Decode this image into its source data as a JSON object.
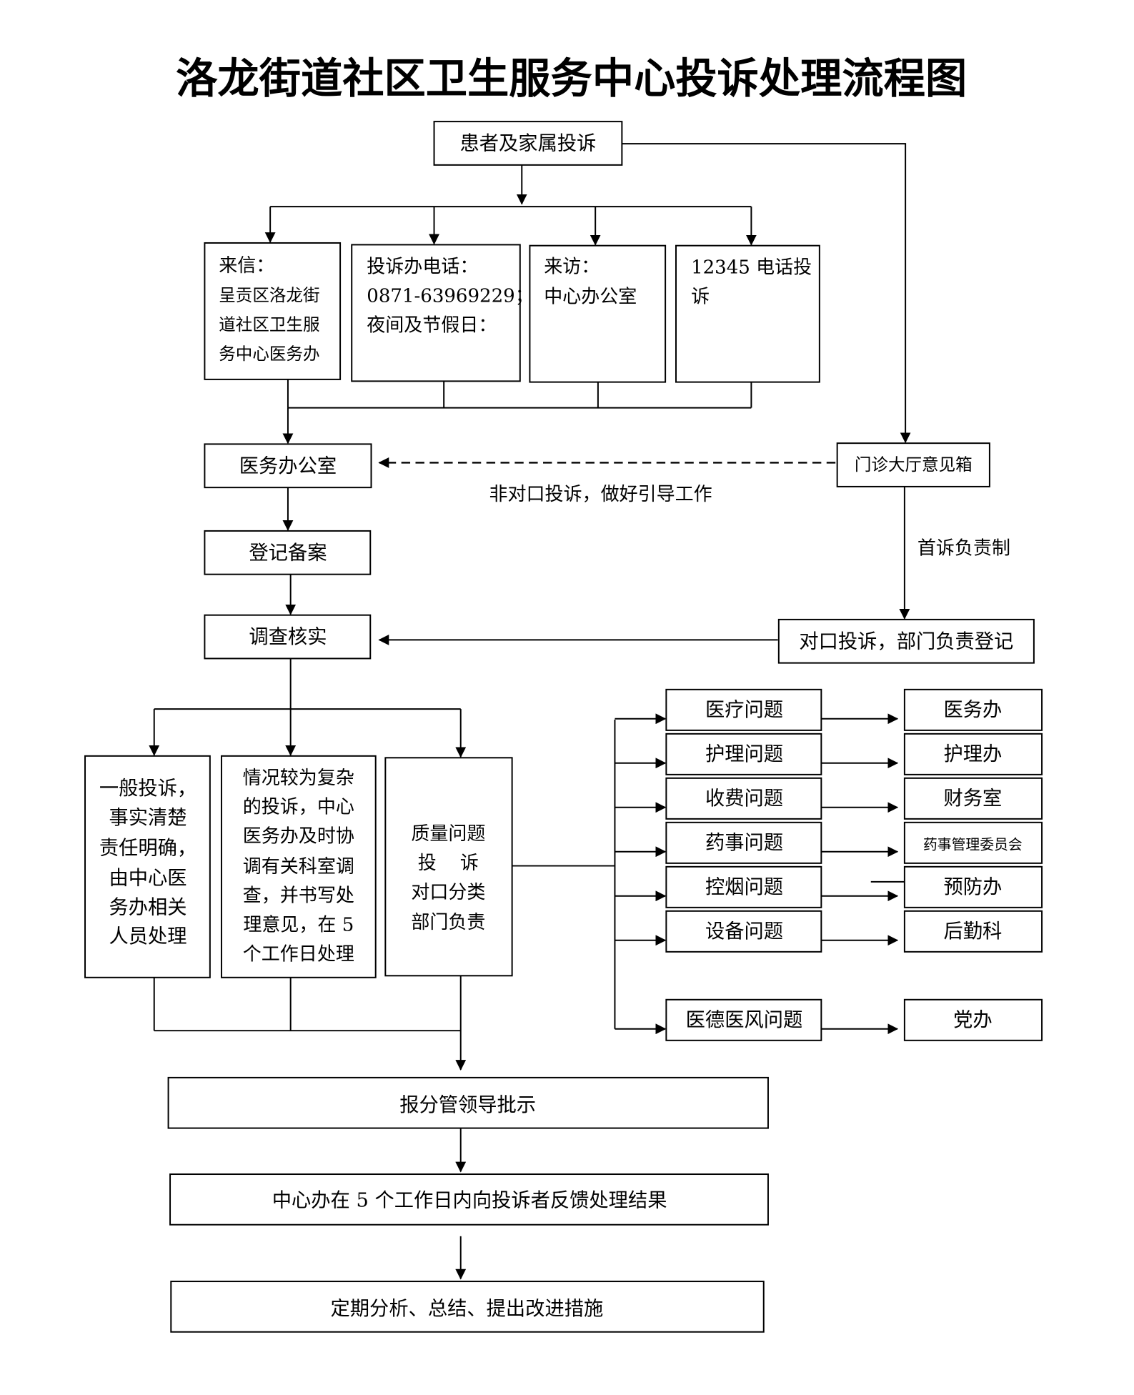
{
  "title": "洛龙街道社区卫生服务中心投诉处理流程图",
  "nodes": {
    "complaint_source": "患者及家属投诉",
    "letter": [
      "来信：",
      "呈贡区洛龙街",
      "道社区卫生服",
      "务中心医务办"
    ],
    "phone": [
      "投诉办电话：",
      "0871-63969229；",
      "夜间及节假日："
    ],
    "visit": [
      "来访：",
      "中心办公室"
    ],
    "hotline": [
      "12345 电话投",
      "诉"
    ],
    "medical_office": "医务办公室",
    "suggestion_box": "门诊大厅意见箱",
    "register": "登记备案",
    "investigate": "调查核实",
    "dept_register": "对口投诉，部门负责登记",
    "general": [
      "一般投诉，",
      "事实清楚",
      "责任明确，",
      "由中心医",
      "务办相关",
      "人员处理"
    ],
    "complex": [
      "情况较为复杂",
      "的投诉，中心",
      "医务办及时协",
      "调有关科室调",
      "查，并书写处",
      "理意见，在 5",
      "个工作日处理"
    ],
    "quality": [
      "质量问题",
      "投    诉",
      "对口分类",
      "部门负责"
    ],
    "categories": [
      "医疗问题",
      "护理问题",
      "收费问题",
      "药事问题",
      "控烟问题",
      "设备问题",
      "医德医风问题"
    ],
    "departments": [
      "医务办",
      "护理办",
      "财务室",
      "药事管理委员会",
      "预防办",
      "后勤科",
      "党办"
    ],
    "report": "报分管领导批示",
    "feedback": "中心办在 5 个工作日内向投诉者反馈处理结果",
    "analysis": "定期分析、总结、提出改进措施"
  },
  "edge_labels": {
    "non_matching": "非对口投诉，做好引导工作",
    "first_responsibility": "首诉负责制"
  }
}
